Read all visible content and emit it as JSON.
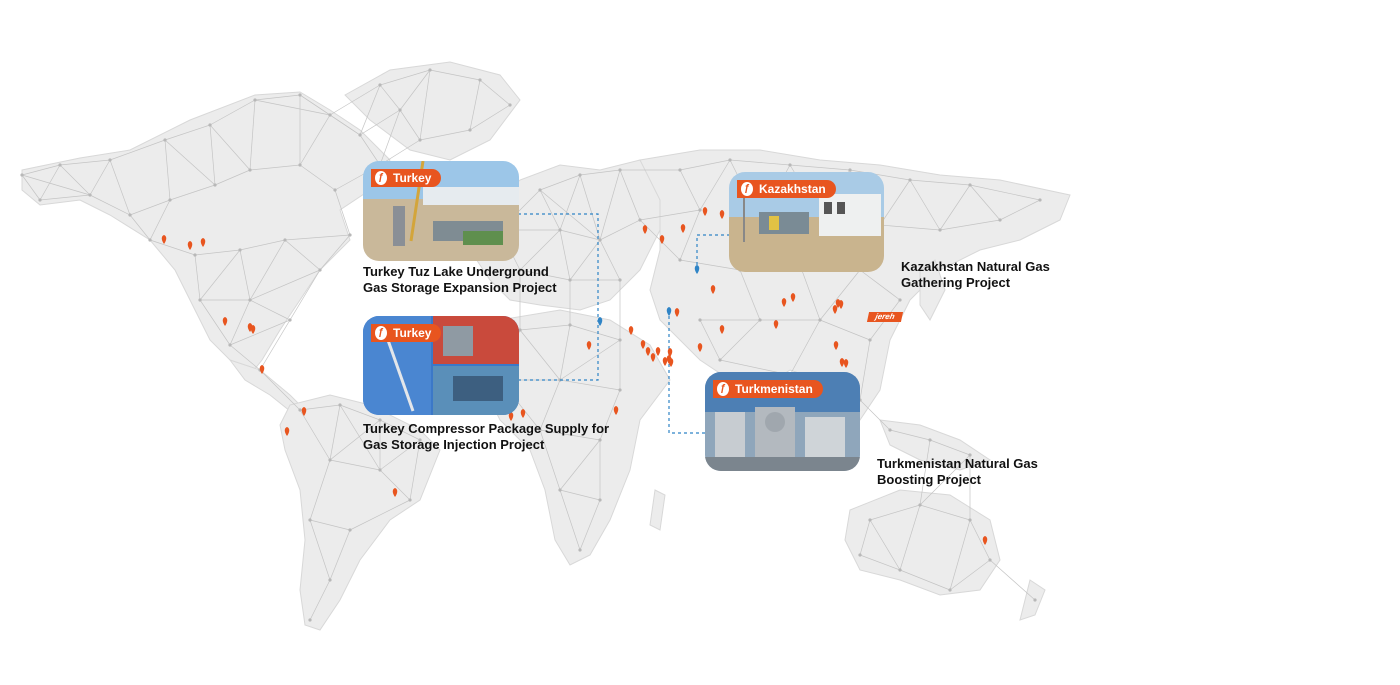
{
  "projects": [
    {
      "country": "Turkey",
      "title_line1": "Turkey Tuz Lake Underground",
      "title_line2": "Gas Storage Expansion Project"
    },
    {
      "country": "Turkey",
      "title_line1": "Turkey Compressor Package Supply for",
      "title_line2": "Gas Storage Injection Project"
    },
    {
      "country": "Kazakhstan",
      "title_line1": "Kazakhstan Natural Gas",
      "title_line2": "Gathering Project"
    },
    {
      "country": "Turkmenistan",
      "title_line1": "Turkmenistan Natural Gas",
      "title_line2": "Boosting Project"
    }
  ],
  "logo": {
    "text": "jereh"
  },
  "colors": {
    "accent": "#e8551f",
    "link": "#2f84c6",
    "land": "#e9e9e9",
    "mesh": "#c9c9c9"
  },
  "marker_icon": "flame-pin-icon"
}
